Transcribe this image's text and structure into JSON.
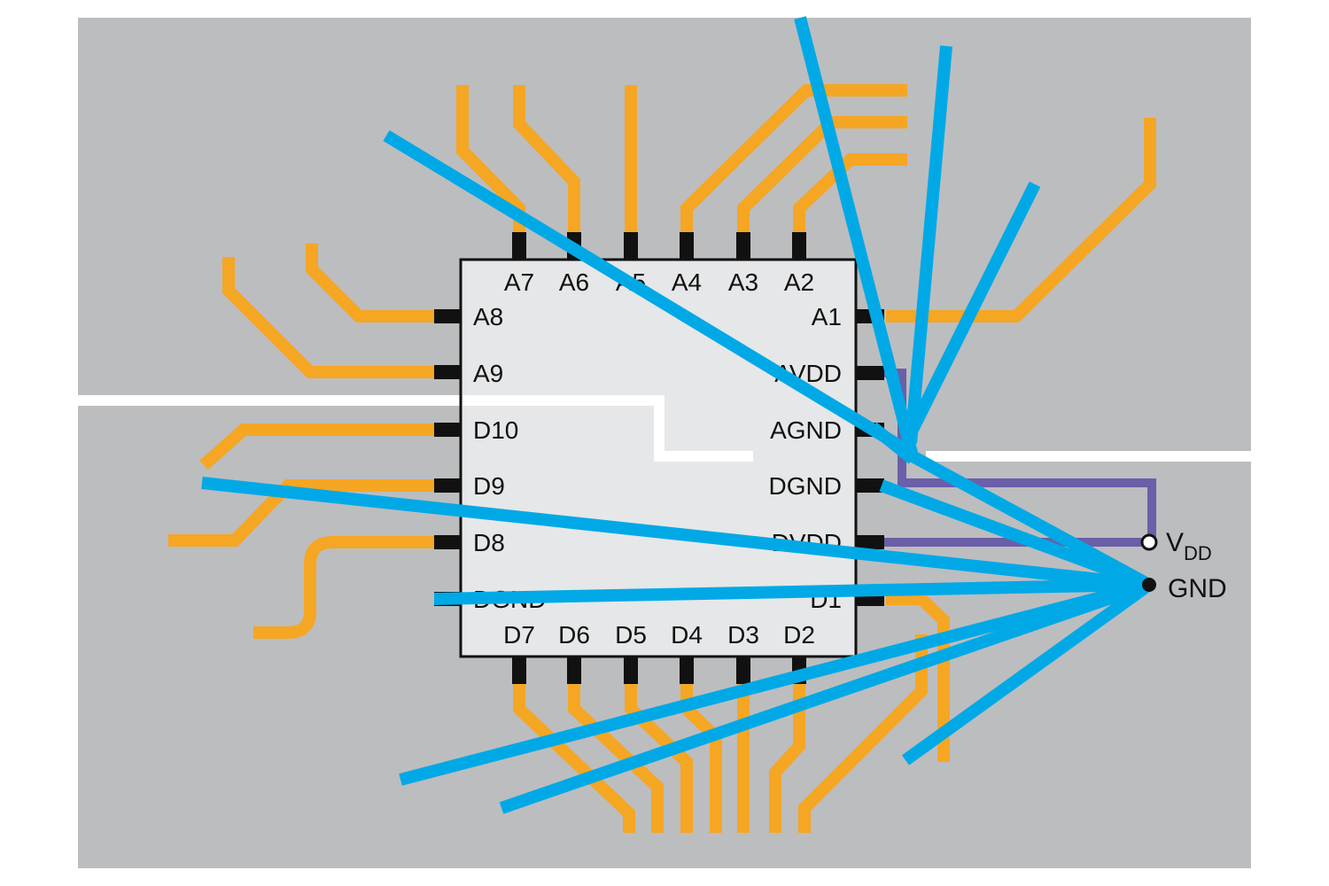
{
  "colors": {
    "ground_plane": "#bcbdbf",
    "plane_split": "#ffffff",
    "chip_body": "#e6e7e8",
    "chip_outline": "#111111",
    "pin": "#111111",
    "signal_trace": "#f5a623",
    "supply_trace": "#6a5fa8",
    "return_path": "#00a9e6",
    "text": "#111111"
  },
  "chip": {
    "top_pins": [
      "A7",
      "A6",
      "A5",
      "A4",
      "A3",
      "A2"
    ],
    "bottom_pins": [
      "D7",
      "D6",
      "D5",
      "D4",
      "D3",
      "D2"
    ],
    "left_pins": [
      "A8",
      "A9",
      "D10",
      "D9",
      "D8",
      "DGND"
    ],
    "right_pins": [
      "A1",
      "AVDD",
      "AGND",
      "DGND",
      "DVDD",
      "D1"
    ]
  },
  "nets": {
    "vdd": {
      "main": "V",
      "sub": "DD"
    },
    "gnd": {
      "label": "GND"
    }
  }
}
